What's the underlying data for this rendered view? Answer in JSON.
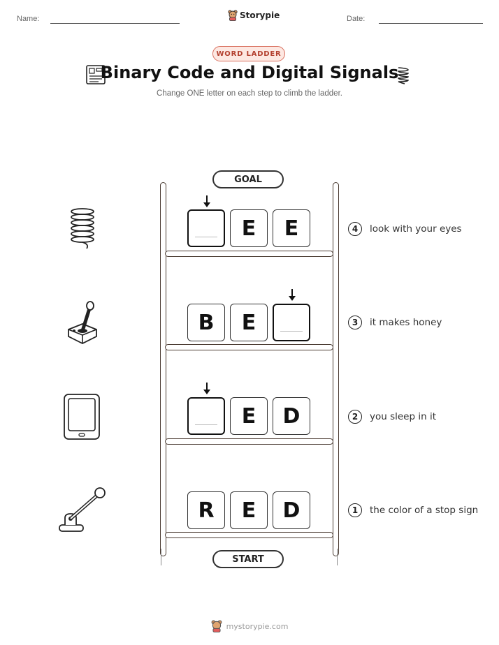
{
  "header": {
    "name_label": "Name:",
    "date_label": "Date:",
    "brand": "Storypie"
  },
  "tag": "WORD LADDER",
  "title": "Binary Code and Digital Signals",
  "subtitle": "Change ONE letter on each step to climb the ladder.",
  "goal_label": "GOAL",
  "start_label": "START",
  "steps": [
    {
      "number": "4",
      "clue": "look with your eyes",
      "letters": [
        "",
        "E",
        "E"
      ],
      "changed_index": 0,
      "icon": "spring-icon"
    },
    {
      "number": "3",
      "clue": "it makes honey",
      "letters": [
        "B",
        "E",
        ""
      ],
      "changed_index": 2,
      "icon": "joystick-icon"
    },
    {
      "number": "2",
      "clue": "you sleep in it",
      "letters": [
        "",
        "E",
        "D"
      ],
      "changed_index": 0,
      "icon": "tablet-icon"
    },
    {
      "number": "1",
      "clue": "the color of a stop sign",
      "letters": [
        "R",
        "E",
        "D"
      ],
      "changed_index": -1,
      "icon": "lever-icon"
    }
  ],
  "footer": "mystorypie.com",
  "colors": {
    "tag_border": "#d9705f",
    "tag_fill": "#fde8e2",
    "ladder": "#4a3b32"
  }
}
